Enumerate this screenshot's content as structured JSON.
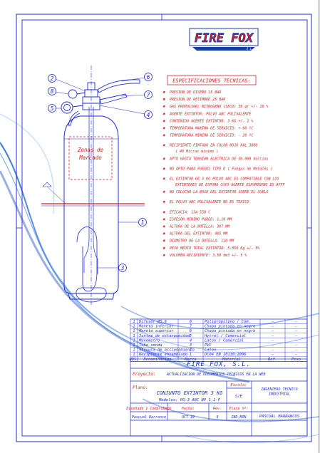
{
  "logo": {
    "text": "FIRE FOX",
    "sub": "S.L."
  },
  "spec_title": "ESPECIFICACIONES TECNICAS:",
  "specs": [
    "PRESION DE DISEÑO 15 BAR",
    "PRESION DE RETIMBRE 25 BAR",
    "GAS PROPULSOR: NITROGENO (SECO) 30 gr +/- 10 %",
    "AGENTE EXTINTOR: POLVO ABC POLIVALENTE",
    "CONTENIDO AGENTE EXTINTOR: 3 KG +/- 2 %",
    "TEMPERATURA MAXIMA DE SERVICIO: + 60 ºC",
    "TEMPERATURA MINIMA DE SERVICIO: - 20 ºC",
    "RECIPIENTE PINTADO EN COLOR ROJO RAL 3000",
    "( 40 Micras minimo )",
    "APTO HASTA TENSION ELECTRICA DE 50.000 Voltios",
    "NO APTO PARA FUEGOS TIPO D ( Fuegos de Metales )",
    "EL EXTINTOR DE 3 KG POLVO ABC ES COMPATIBLE CON LOS",
    "EXTINTORES DE ESPUMA CUYO AGENTE ESPUMOGENO ES AFFF",
    "NO COLOCAR LA BASE DEL EXTINTOR SOBRE EL SUELO",
    "EL POLVO ABC POLIVALENTE NO ES TOXICO",
    "EFICACIA: 13A 55B C",
    "ESPESOR MINIMO PARED: 1,10 MM",
    "ALTURA DE LA BOTELLA: 387 MM",
    "ALTURA DEL EXTINTOR: 485 MM",
    "DIAMETRO DE LA BOTELLA: 110 MM",
    "PESO MEDIO TOTAL EXTINTOR: 5.050 Kg +/- 5%",
    "VOLUMEN RECIPIENTE: 3,50 dm3 +/- 5 %"
  ],
  "zone_label": [
    "Zonas de",
    "Marcado"
  ],
  "callouts": [
    "2",
    "8",
    "5",
    "6",
    "7",
    "4",
    "1",
    "3"
  ],
  "bom_rows": [
    [
      "1",
      "Difusor Ø5,6",
      "8",
      "Polipropileno / Com.",
      "—",
      "—"
    ],
    [
      "1",
      "Maneta inferior",
      "7",
      "Chapa pintada en negro",
      "—",
      "—"
    ],
    [
      "1",
      "Maneta superior",
      "6",
      "Chapa pintada en negro",
      "—",
      "—"
    ],
    [
      "1",
      "Juntas de estanqueidad",
      "5",
      "Hytrel / Comercial",
      "—",
      "—"
    ],
    [
      "1",
      "Manometro",
      "4",
      "Laton / Comercial",
      "—",
      "—"
    ],
    [
      "1",
      "Tubo sonda",
      "3",
      "PVC",
      "—",
      "—"
    ],
    [
      "1",
      "Valvula de accionamiento",
      "2",
      "Laton",
      "—",
      "—"
    ],
    [
      "1",
      "Recipiente ensamblado",
      "1",
      "DC04 EN 10130:2006",
      "—",
      "—"
    ]
  ],
  "bom_header": [
    "UDS.",
    "Denominacion",
    "Marca",
    "Material",
    "Ref.",
    "Peso"
  ],
  "company": "FIRE FOX, S.L.",
  "proyecto_label": "Proyecto:",
  "proyecto_value": "ACTUALIZACION DE DOCUMENTOS TECNICOS EN LA WEB",
  "plano_label": "Plano:",
  "plano_title": "CONJUNTO EXTINTOR 3 KG",
  "plano_model": "Modelos: PG-3 ABC NP 1.1-F",
  "escala_label": "Escala:",
  "escala_value": "S/E",
  "engineer": "INGENIERO TECNICO INDUSTRIAL",
  "footer_labels": [
    "Diseñado y Comprobado",
    "Fecha:",
    "Rev.",
    "Plano nº:"
  ],
  "footer_values": [
    "Pascual Barranco",
    "OCT 19",
    "9",
    "IND-MON"
  ],
  "signature": "PASCUAL BARRANCOS",
  "colors": {
    "accent": "#1e2bd4",
    "ink": "#3a3fd8",
    "red": "#d42020",
    "logo_red": "#d21e24",
    "logo_blue": "#1a3aa8"
  }
}
